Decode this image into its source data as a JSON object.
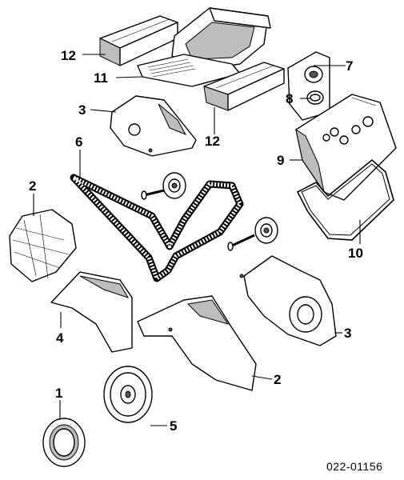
{
  "callouts": {
    "n1": "1",
    "n2_left": "2",
    "n2_bottom": "2",
    "n3_top": "3",
    "n3_right": "3",
    "n4": "4",
    "n5": "5",
    "n6": "6",
    "n7": "7",
    "n8": "8",
    "n9": "9",
    "n10": "10",
    "n11": "11",
    "n12_left": "12",
    "n12_right": "12"
  },
  "diagram_code": "022-01156"
}
